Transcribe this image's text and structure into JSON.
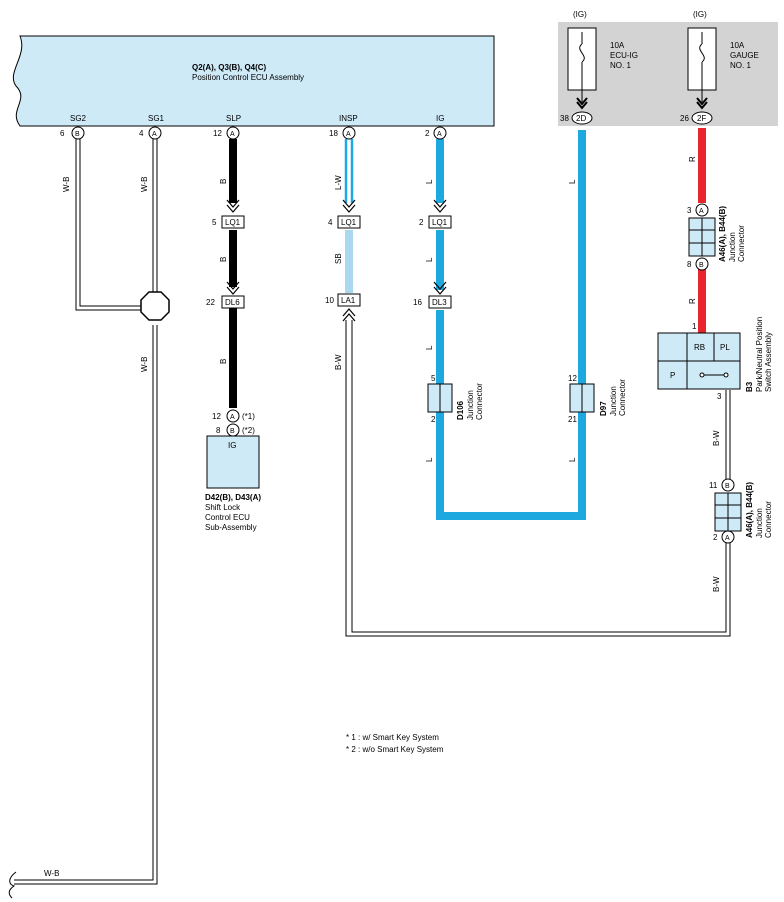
{
  "ecu": {
    "title": "Q2(A), Q3(B), Q4(C)",
    "name": "Position Control ECU Assembly",
    "pins": {
      "sg2": {
        "label": "SG2",
        "num": "6",
        "conn": "B"
      },
      "sg1": {
        "label": "SG1",
        "num": "4",
        "conn": "A"
      },
      "slp": {
        "label": "SLP",
        "num": "12",
        "conn": "A"
      },
      "insp": {
        "label": "INSP",
        "num": "18",
        "conn": "A"
      },
      "ig": {
        "label": "IG",
        "num": "2",
        "conn": "A"
      }
    }
  },
  "fuses": {
    "ecu_ig": {
      "src": "(IG)",
      "rating": "10A",
      "name1": "ECU-IG",
      "name2": "NO. 1",
      "pin": "38",
      "conn": "2D"
    },
    "gauge": {
      "src": "(IG)",
      "rating": "10A",
      "name1": "GAUGE",
      "name2": "NO. 1",
      "pin": "26",
      "conn": "2F"
    }
  },
  "wire_colors": {
    "wb": "W-B",
    "b": "B",
    "lw": "L-W",
    "sb": "SB",
    "l": "L",
    "bw": "B-W",
    "r": "R"
  },
  "connectors": {
    "slp_lq1": {
      "pin": "5",
      "name": "LQ1"
    },
    "slp_dl6": {
      "pin": "22",
      "name": "DL6"
    },
    "insp_lq1": {
      "pin": "4",
      "name": "LQ1"
    },
    "insp_la1": {
      "pin": "10",
      "name": "LA1"
    },
    "ig_lq1": {
      "pin": "2",
      "name": "LQ1"
    },
    "ig_dl3": {
      "pin": "16",
      "name": "DL3"
    }
  },
  "shift_lock": {
    "pin_a": "12",
    "conn_a": "A",
    "note_a": "(*1)",
    "pin_b": "8",
    "conn_b": "B",
    "note_b": "(*2)",
    "box_label": "IG",
    "title": "D42(B), D43(A)",
    "line1": "Shift Lock",
    "line2": "Control ECU",
    "line3": "Sub-Assembly"
  },
  "d106": {
    "top": "5",
    "bottom": "2",
    "id": "D106",
    "l1": "Junction",
    "l2": "Connector"
  },
  "d97": {
    "top": "12",
    "bottom": "21",
    "id": "D97",
    "l1": "Junction",
    "l2": "Connector"
  },
  "jc_upper": {
    "top": "3",
    "conn_top": "A",
    "bottom": "8",
    "conn_bottom": "B",
    "id": "A46(A), B44(B)",
    "l1": "Junction",
    "l2": "Connector"
  },
  "jc_lower": {
    "top": "11",
    "conn_top": "B",
    "bottom": "2",
    "conn_bottom": "A",
    "id": "A46(A), B44(B)",
    "l1": "Junction",
    "l2": "Connector"
  },
  "pnp": {
    "pin_top": "1",
    "pin_bottom": "3",
    "rb": "RB",
    "pl": "PL",
    "p": "P",
    "id": "B3",
    "l1": "Park/Neutral Position",
    "l2": "Switch Assembly"
  },
  "notes": {
    "n1": "* 1 : w/ Smart Key System",
    "n2": "* 2 : w/o Smart Key System"
  },
  "colors": {
    "ecu_fill": "#cfeaf7",
    "wire_blue": "#1ea8e0",
    "wire_lightblue": "#aad8f0",
    "wire_red": "#e8242c",
    "wire_black": "#000000",
    "fuse_panel": "#d3d3d3",
    "component_fill": "#cfeaf7"
  }
}
